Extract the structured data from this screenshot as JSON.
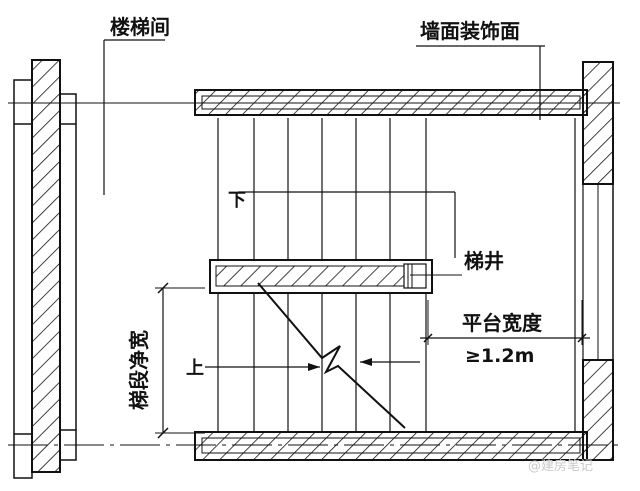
{
  "labels": {
    "stairwell": "楼梯间",
    "wall_finish": "墙面装饰面",
    "down": "下",
    "up": "上",
    "stair_well": "梯井",
    "landing_width": "平台宽度",
    "landing_min": "≥1.2m",
    "flight_clear_width": "梯段净宽"
  },
  "watermark": "@建房笔记",
  "colors": {
    "line": "#111111",
    "background": "#ffffff",
    "watermark": "#c9c9c9"
  }
}
